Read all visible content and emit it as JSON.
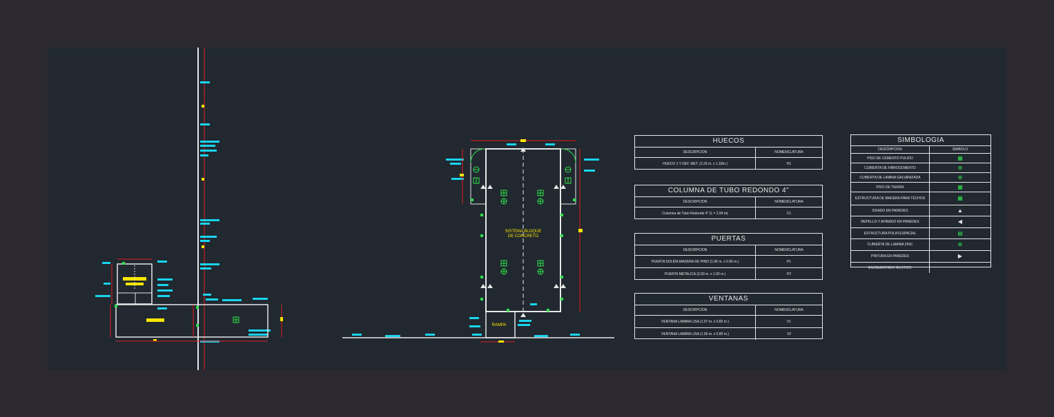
{
  "colors": {
    "background": "#2b2830",
    "drawing_area": "#212830",
    "line_white": "#e8e8e8",
    "line_red": "#e01e1e",
    "cyan": "#19d6f0",
    "yellow": "#ffe600",
    "green": "#2fe04a"
  },
  "plan": {
    "main_label_line1": "SISTEMA BLOQUE",
    "main_label_line2": "DE CONCRETO",
    "ramp_label": "RAMPA"
  },
  "huecos": {
    "title": "HUECOS",
    "col_desc": "DESCRIPCION",
    "col_nom": "NOMENCLATURA",
    "rows": [
      {
        "desc": "HUECO 1 Y DEF. MET. (2.23 m. x 1.18m.)",
        "nom": "H1"
      }
    ]
  },
  "columna": {
    "title": "COLUMNA DE TUBO REDONDO 4\"",
    "col_desc": "DESCRIPCION",
    "col_nom": "NOMENCLATURA",
    "rows": [
      {
        "desc": "Columna de Tubo Redondo 4\" (L = 2.94 m)",
        "nom": "C1"
      }
    ]
  },
  "puertas": {
    "title": "PUERTAS",
    "col_desc": "DESCRIPCION",
    "col_nom": "NOMENCLATURA",
    "rows": [
      {
        "desc": "PUERTA SOLIDA MADERA DE PINO (1.90 m. x 0.95 m.)",
        "nom": "P1"
      },
      {
        "desc": "PUERTA METALICA (2.00 m. x 1.00 m.)",
        "nom": "P2"
      }
    ]
  },
  "ventanas": {
    "title": "VENTANAS",
    "col_desc": "DESCRIPCION",
    "col_nom": "NOMENCLATURA",
    "rows": [
      {
        "desc": "VENTANA LAMINA LISA (1.07 m. x 0.82 m.)",
        "nom": "V1"
      },
      {
        "desc": "VENTANA LAMINA LISA (1.00 m. x 0.80 m.)",
        "nom": "V2"
      }
    ]
  },
  "simbologia": {
    "title": "SIMBOLOGIA",
    "col_desc": "DESCRIPCION",
    "col_sym": "SIMBOLO",
    "rows": [
      {
        "desc": "PISO DE CEMENTO PULIDO",
        "icon": "square-grid-icon"
      },
      {
        "desc": "CUBIERTA DE FIBROCEMENTO",
        "icon": "circle-cross-icon"
      },
      {
        "desc": "CUBIERTA DE LAMINA GALVANIZADA",
        "icon": "circle-cross-icon"
      },
      {
        "desc": "PISO DE TIERRA",
        "icon": "square-grid-icon"
      },
      {
        "desc": "ESTRUCTURA DE MADERA PARA TECHOS",
        "icon": "square-grid-icon"
      },
      {
        "desc": "SISADO EN PAREDES",
        "icon": "triangle-up-icon"
      },
      {
        "desc": "REPELLO Y AFINADO EN PAREDES",
        "icon": "triangle-left-icon"
      },
      {
        "desc": "ESTRUCTURA POLIN ESPACIAL",
        "icon": "square-bar-icon"
      },
      {
        "desc": "CUBIERTA DE LAMINA ZINC",
        "icon": "circle-cross-icon"
      },
      {
        "desc": "PINTURA EN PAREDES",
        "icon": "triangle-right-icon"
      },
      {
        "desc": "ENCEMENTADO RUSTICO",
        "icon": ""
      }
    ]
  }
}
